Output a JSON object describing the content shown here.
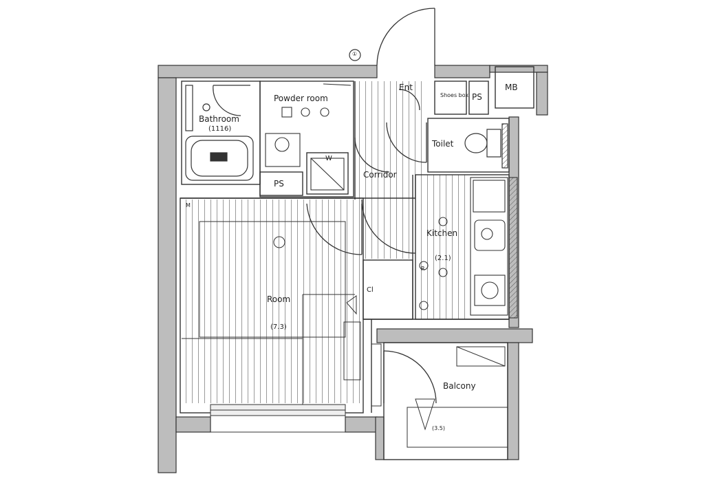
{
  "rooms": {
    "powder_room": "Powder room",
    "bathroom": "Bathroom",
    "bathroom_size": "(1116)",
    "entrance": "Ent",
    "shoes_box": "Shoes box",
    "ps_top": "PS",
    "mb": "MB",
    "toilet": "Toilet",
    "corridor": "Corridor",
    "ps_bath": "PS",
    "washer": "W",
    "kitchen": "Kitchen",
    "kitchen_size": "(2.1)",
    "room": "Room",
    "room_size": "(7.3)",
    "closet": "Cl",
    "balcony": "Balcony",
    "balcony_size": "(3.5)",
    "refrigerator_mark": "R",
    "room_mark": "M"
  },
  "north_mark": "①"
}
